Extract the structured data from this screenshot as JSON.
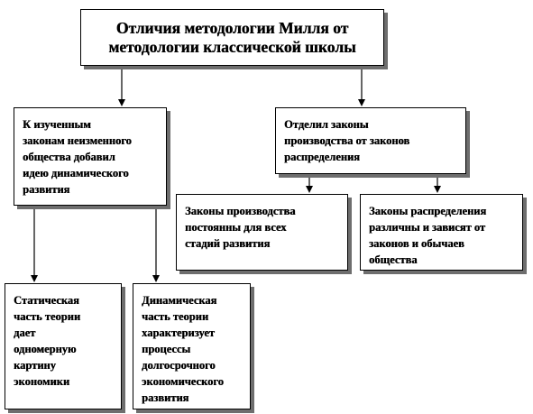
{
  "diagram": {
    "title": "Отличия методологии Милля от\nметодологии классической школы",
    "left_branch": "К изученным\nзаконам неизменного\nобщества добавил\nидею динамического\nразвития",
    "right_branch": "Отделил законы\nпроизводства от законов\nраспределения",
    "production_laws": "Законы производства\nпостоянны для всех\nстадий развития",
    "distribution_laws": "Законы распределения\nразличны и зависят от\nзаконов и обычаев\nобщества",
    "static_part": "Статическая\nчасть теории\nдает\nодномерную\nкартину\nэкономики",
    "dynamic_part": "Динамическая\nчасть теории\nхарактеризует\nпроцессы\nдолгосрочного\nэкономического\nразвития"
  }
}
